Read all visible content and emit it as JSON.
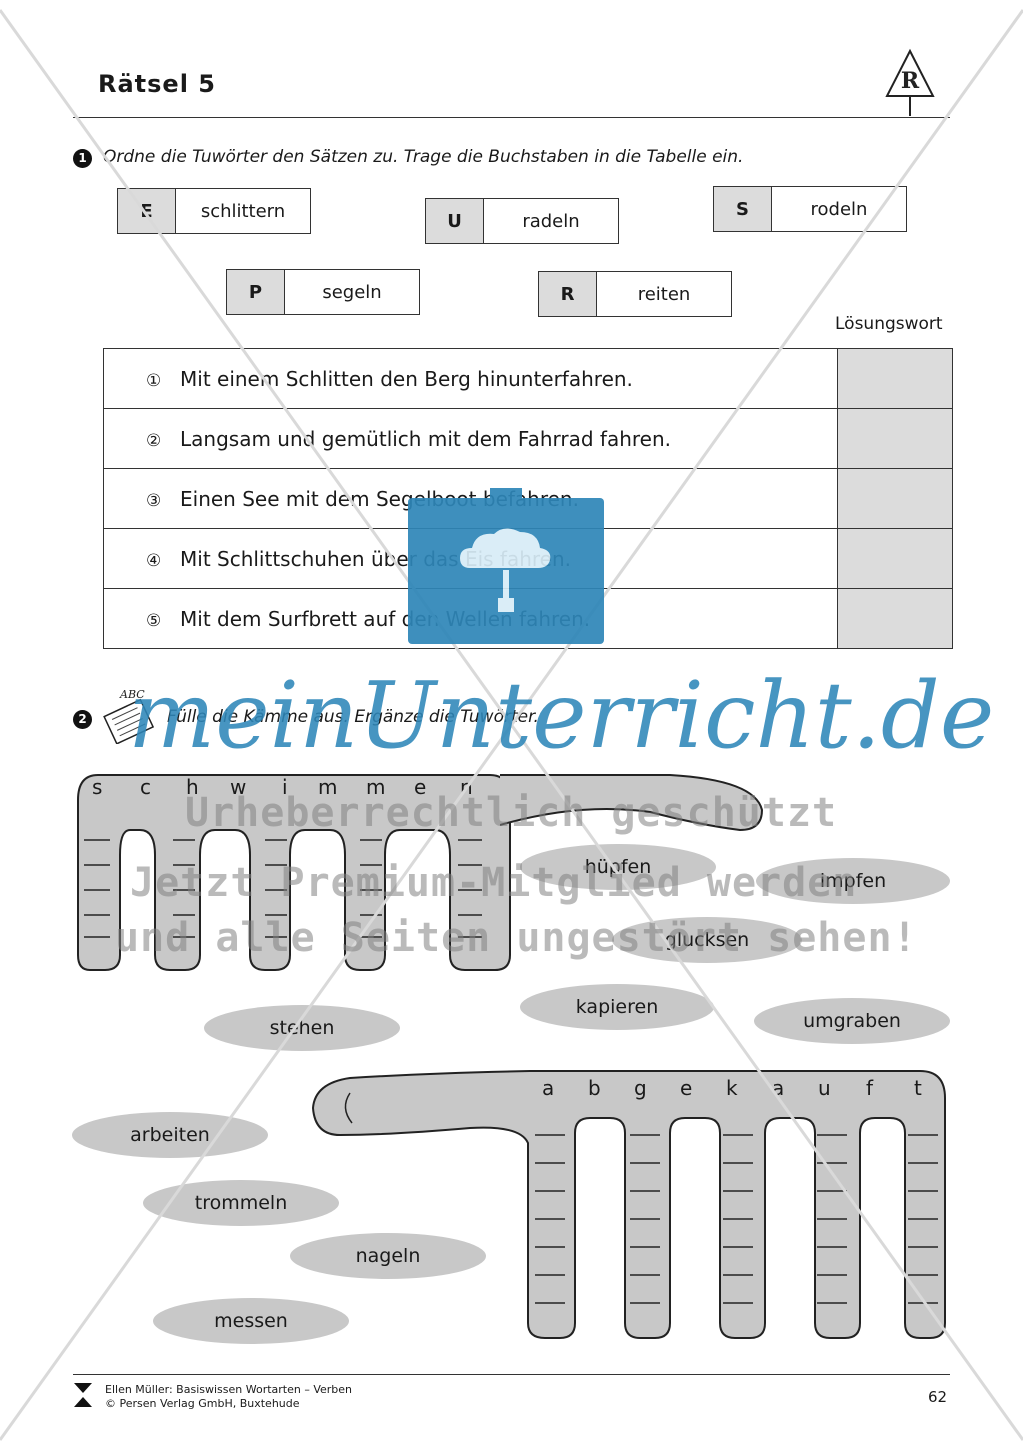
{
  "header": {
    "title": "Rätsel 5",
    "logo_letter": "R"
  },
  "task1": {
    "number": "1",
    "instruction": "Ordne die Tuwörter den Sätzen zu. Trage die Buchstaben in die Tabelle ein.",
    "cards": [
      {
        "letter": "E",
        "word": "schlittern"
      },
      {
        "letter": "U",
        "word": "radeln"
      },
      {
        "letter": "S",
        "word": "rodeln"
      },
      {
        "letter": "P",
        "word": "segeln"
      },
      {
        "letter": "R",
        "word": "reiten"
      }
    ],
    "solution_label": "Lösungswort",
    "sentences": [
      {
        "num": "①",
        "text": "Mit einem Schlitten den Berg hinunterfahren."
      },
      {
        "num": "②",
        "text": "Langsam und gemütlich mit dem Fahrrad fahren."
      },
      {
        "num": "③",
        "text": "Einen See mit dem Segelboot befahren."
      },
      {
        "num": "④",
        "text": "Mit Schlittschuhen über das Eis fahren."
      },
      {
        "num": "⑤",
        "text": "Mit dem Surfbrett auf den Wellen fahren."
      }
    ]
  },
  "task2": {
    "number": "2",
    "instruction": "Fülle die Kämme aus. Ergänze die Tuwörter.",
    "abc_label": "ABC",
    "comb1_letters": [
      "s",
      "c",
      "h",
      "w",
      "i",
      "m",
      "m",
      "e",
      "n"
    ],
    "comb2_letters": [
      "a",
      "b",
      "g",
      "e",
      "k",
      "a",
      "u",
      "f",
      "t"
    ],
    "words": [
      "hüpfen",
      "impfen",
      "glucksen",
      "kapieren",
      "umgraben",
      "stehen",
      "arbeiten",
      "trommeln",
      "nageln",
      "messen"
    ]
  },
  "watermark": {
    "brand": "meinUnterricht.de",
    "line1": "Urheberrechtlich geschützt",
    "line2": "Jetzt Premium-Mitglied werden",
    "line3": "und alle Seiten ungestört sehen!"
  },
  "footer": {
    "publisher": "Persen",
    "line1": "Ellen Müller: Basiswissen Wortarten – Verben",
    "line2": "© Persen Verlag GmbH, Buxtehude",
    "page": "62"
  },
  "colors": {
    "watermark_blue": "#2e86b8",
    "card_gray": "#dcdcdc",
    "pill_gray": "#c8c8c8"
  }
}
